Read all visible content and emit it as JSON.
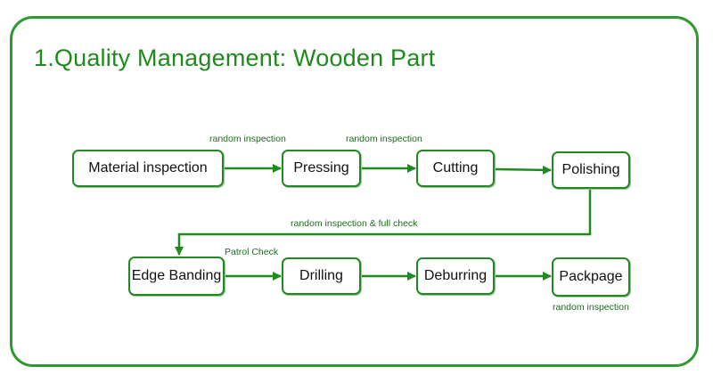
{
  "title": "1.Quality Management: Wooden Part",
  "steps": [
    {
      "id": "material",
      "label": "Material inspection"
    },
    {
      "id": "pressing",
      "label": "Pressing"
    },
    {
      "id": "cutting",
      "label": "Cutting"
    },
    {
      "id": "polishing",
      "label": "Polishing"
    },
    {
      "id": "edge",
      "label": "Edge Banding"
    },
    {
      "id": "drilling",
      "label": "Drilling"
    },
    {
      "id": "deburring",
      "label": "Deburring"
    },
    {
      "id": "packpage",
      "label": "Packpage"
    }
  ],
  "notes": {
    "n1": "random inspection",
    "n2": "random inspection",
    "n3": "random inspection & full check",
    "n4": "Patrol Check",
    "n5": "random inspection"
  },
  "colors": {
    "border": "#2e9a2e",
    "title": "#1e8a1e",
    "arrow": "#1f8a1f"
  }
}
